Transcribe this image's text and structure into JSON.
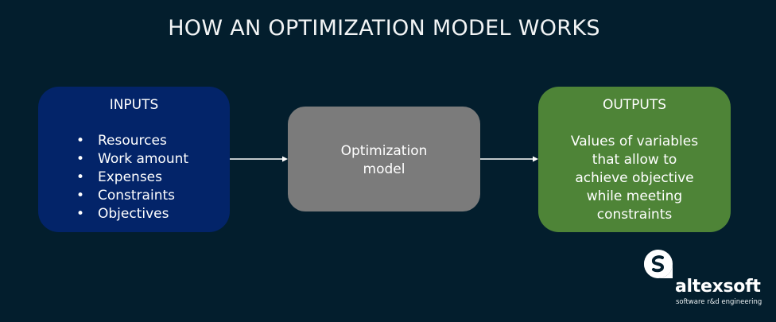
{
  "title": "HOW AN OPTIMIZATION MODEL WORKS",
  "inputs": {
    "heading": "INPUTS",
    "bullet": "•",
    "items": [
      "Resources",
      "Work amount",
      "Expenses",
      "Constraints",
      "Objectives"
    ]
  },
  "model": {
    "lines": [
      "Optimization",
      "model"
    ]
  },
  "outputs": {
    "heading": "OUTPUTS",
    "lines": [
      "Values of variables",
      "that allow to",
      "achieve objective",
      "while meeting",
      "constraints"
    ]
  },
  "logo": {
    "name": "altexsoft",
    "tagline": "software r&d engineering",
    "icon": "altexsoft-logo-icon"
  },
  "colors": {
    "background": "#031e2d",
    "inputs_box": "#032469",
    "model_box": "#7b7b7b",
    "outputs_box": "#4e8437",
    "arrow": "#ffffff"
  }
}
